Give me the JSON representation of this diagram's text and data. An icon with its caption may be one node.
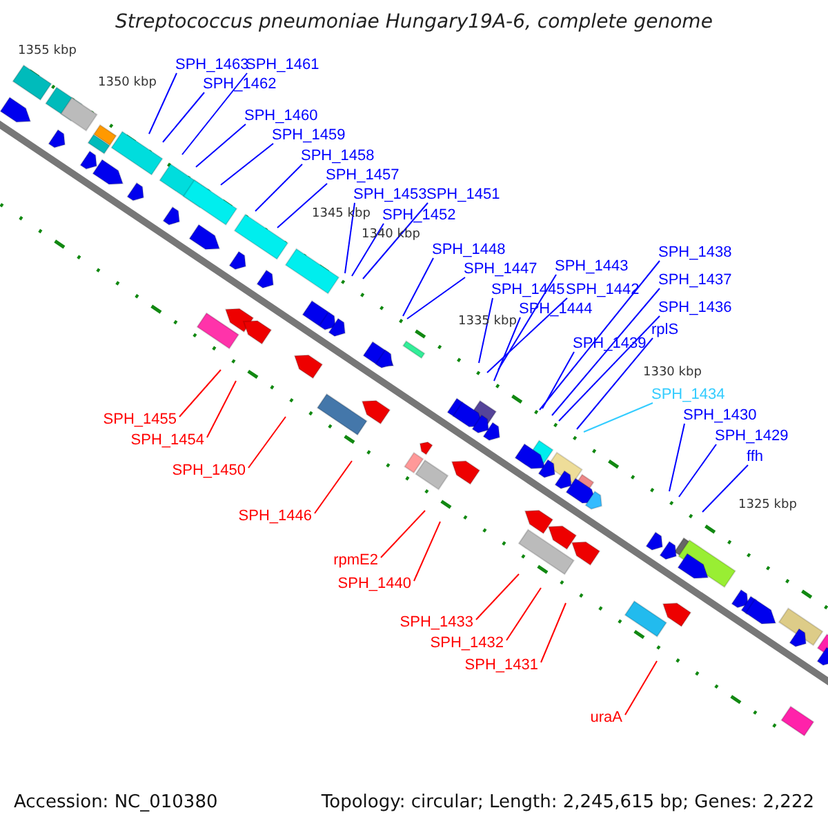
{
  "diagram": {
    "title": "Streptococcus pneumoniae Hungary19A-6, complete genome",
    "nodes": [
      {
        "text": [
          "SPH_1463"
        ]
      },
      {
        "text": [
          "SPH_1461"
        ]
      },
      {
        "text": [
          "SPH_1462"
        ]
      },
      {
        "text": [
          "SPH_1460"
        ]
      },
      {
        "text": [
          "SPH_1459"
        ]
      },
      {
        "text": [
          "SPH_1458"
        ]
      },
      {
        "text": [
          "SPH_1457"
        ]
      },
      {
        "text": [
          "SPH_1453"
        ]
      },
      {
        "text": [
          "SPH_1451"
        ]
      },
      {
        "text": [
          "SPH_1452"
        ]
      },
      {
        "text": [
          "SPH_1448"
        ]
      },
      {
        "text": [
          "SPH_1438"
        ]
      },
      {
        "text": [
          "SPH_1443"
        ]
      },
      {
        "text": [
          "SPH_1447"
        ]
      },
      {
        "text": [
          "SPH_1437"
        ]
      },
      {
        "text": [
          "SPH_1445"
        ]
      },
      {
        "text": [
          "SPH_1442"
        ]
      },
      {
        "text": [
          "SPH_1436"
        ]
      },
      {
        "text": [
          "SPH_1444"
        ]
      },
      {
        "text": [
          "rplS"
        ]
      },
      {
        "text": [
          "SPH_1439"
        ]
      },
      {
        "text": [
          "SPH_1434"
        ]
      },
      {
        "text": [
          "SPH_1430"
        ]
      },
      {
        "text": [
          "SPH_1455"
        ]
      },
      {
        "text": [
          "SPH_1429"
        ]
      },
      {
        "text": [
          "SPH_1454"
        ]
      },
      {
        "text": [
          "ffh"
        ]
      },
      {
        "text": [
          "SPH_1450"
        ]
      },
      {
        "text": [
          "SPH_1446"
        ]
      },
      {
        "text": [
          "rpmE2"
        ]
      },
      {
        "text": [
          "SPH_1440"
        ]
      },
      {
        "text": [
          "SPH_1433"
        ]
      },
      {
        "text": [
          "SPH_1432"
        ]
      },
      {
        "text": [
          "SPH_1431"
        ]
      },
      {
        "text": [
          "uraA"
        ]
      }
    ],
    "edges": [
      {
        "from": 0,
        "to": null,
        "arrow": "none"
      },
      {
        "from": 1,
        "to": null,
        "arrow": "none"
      },
      {
        "from": 2,
        "to": null,
        "arrow": "none"
      },
      {
        "from": 3,
        "to": null,
        "arrow": "none"
      },
      {
        "from": 4,
        "to": null,
        "arrow": "none"
      },
      {
        "from": 5,
        "to": null,
        "arrow": "none"
      },
      {
        "from": 6,
        "to": null,
        "arrow": "none"
      },
      {
        "from": 7,
        "to": null,
        "arrow": "none"
      },
      {
        "from": 8,
        "to": null,
        "arrow": "none"
      },
      {
        "from": 9,
        "to": null,
        "arrow": "none"
      },
      {
        "from": 10,
        "to": null,
        "arrow": "none"
      },
      {
        "from": 11,
        "to": null,
        "arrow": "none"
      },
      {
        "from": 12,
        "to": null,
        "arrow": "none"
      },
      {
        "from": 13,
        "to": null,
        "arrow": "none"
      },
      {
        "from": 14,
        "to": null,
        "arrow": "none"
      },
      {
        "from": 15,
        "to": null,
        "arrow": "none"
      },
      {
        "from": 16,
        "to": null,
        "arrow": "none"
      },
      {
        "from": 17,
        "to": null,
        "arrow": "none"
      },
      {
        "from": 18,
        "to": null,
        "arrow": "none"
      },
      {
        "from": 19,
        "to": null,
        "arrow": "none"
      },
      {
        "from": 20,
        "to": null,
        "arrow": "none"
      },
      {
        "from": 21,
        "to": null,
        "arrow": "none",
        "color": "#33ccff"
      },
      {
        "from": 22,
        "to": null,
        "arrow": "none"
      },
      {
        "from": 23,
        "to": null,
        "arrow": "none",
        "color": "#ff0000"
      },
      {
        "from": 24,
        "to": null,
        "arrow": "none"
      },
      {
        "from": 25,
        "to": null,
        "arrow": "none",
        "color": "#ff0000"
      },
      {
        "from": 26,
        "to": null,
        "arrow": "none"
      },
      {
        "from": 27,
        "to": null,
        "arrow": "none",
        "color": "#ff0000"
      },
      {
        "from": 28,
        "to": null,
        "arrow": "none",
        "color": "#ff0000"
      },
      {
        "from": 29,
        "to": null,
        "arrow": "none",
        "color": "#ff0000"
      },
      {
        "from": 30,
        "to": null,
        "arrow": "none",
        "color": "#ff0000"
      },
      {
        "from": 31,
        "to": null,
        "arrow": "none",
        "color": "#ff0000"
      },
      {
        "from": 32,
        "to": null,
        "arrow": "none",
        "color": "#ff0000"
      },
      {
        "from": 33,
        "to": null,
        "arrow": "none",
        "color": "#ff0000"
      },
      {
        "from": 34,
        "to": null,
        "arrow": "none",
        "color": "#ff0000"
      }
    ],
    "labels": [
      "1355 kbp",
      "1350 kbp",
      "1345 kbp",
      "1340 kbp",
      "1335 kbp",
      "1330 kbp",
      "1325 kbp",
      "Accession: NC_010380",
      "Topology: circular; Length: 2,245,615 bp; Genes: 2,222"
    ]
  }
}
